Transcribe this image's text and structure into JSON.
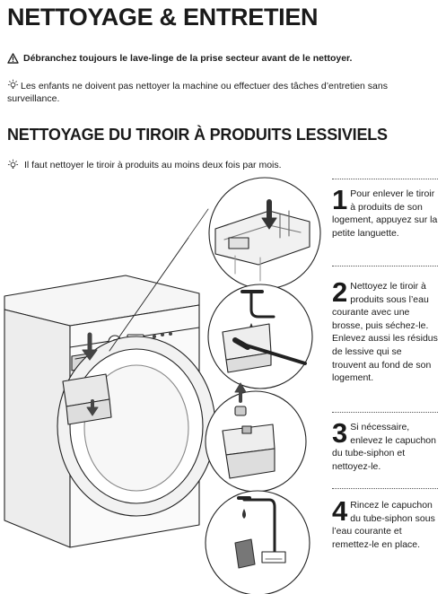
{
  "title": "NETTOYAGE & ENTRETIEN",
  "warning": "Débranchez toujours le lave-linge de la prise secteur avant de le nettoyer.",
  "tip_children": "Les enfants ne doivent pas nettoyer la machine ou effectuer des tâches d’entretien sans surveillance.",
  "section_title": "NETTOYAGE DU TIROIR À PRODUITS LESSIVIELS",
  "tip_frequency": "Il faut nettoyer le tiroir à produits au moins deux fois par mois.",
  "steps": [
    {
      "number": "1",
      "text": "Pour enlever le tiroir à produits de son logement, appuyez sur la petite languette."
    },
    {
      "number": "2",
      "text": "Nettoyez le tiroir à produits sous l’eau courante avec une brosse, puis séchez-le. Enlevez aussi les résidus de lessive qui se trouvent au fond de son logement."
    },
    {
      "number": "3",
      "text": "Si nécessaire, enlevez le capuchon du tube-siphon et nettoyez-le."
    },
    {
      "number": "4",
      "text": "Rincez le capuchon du tube-siphon sous l’eau courante et remettez-le en place."
    }
  ],
  "icons": {
    "warning": "warning-triangle-icon",
    "tip": "lightbulb-icon"
  }
}
